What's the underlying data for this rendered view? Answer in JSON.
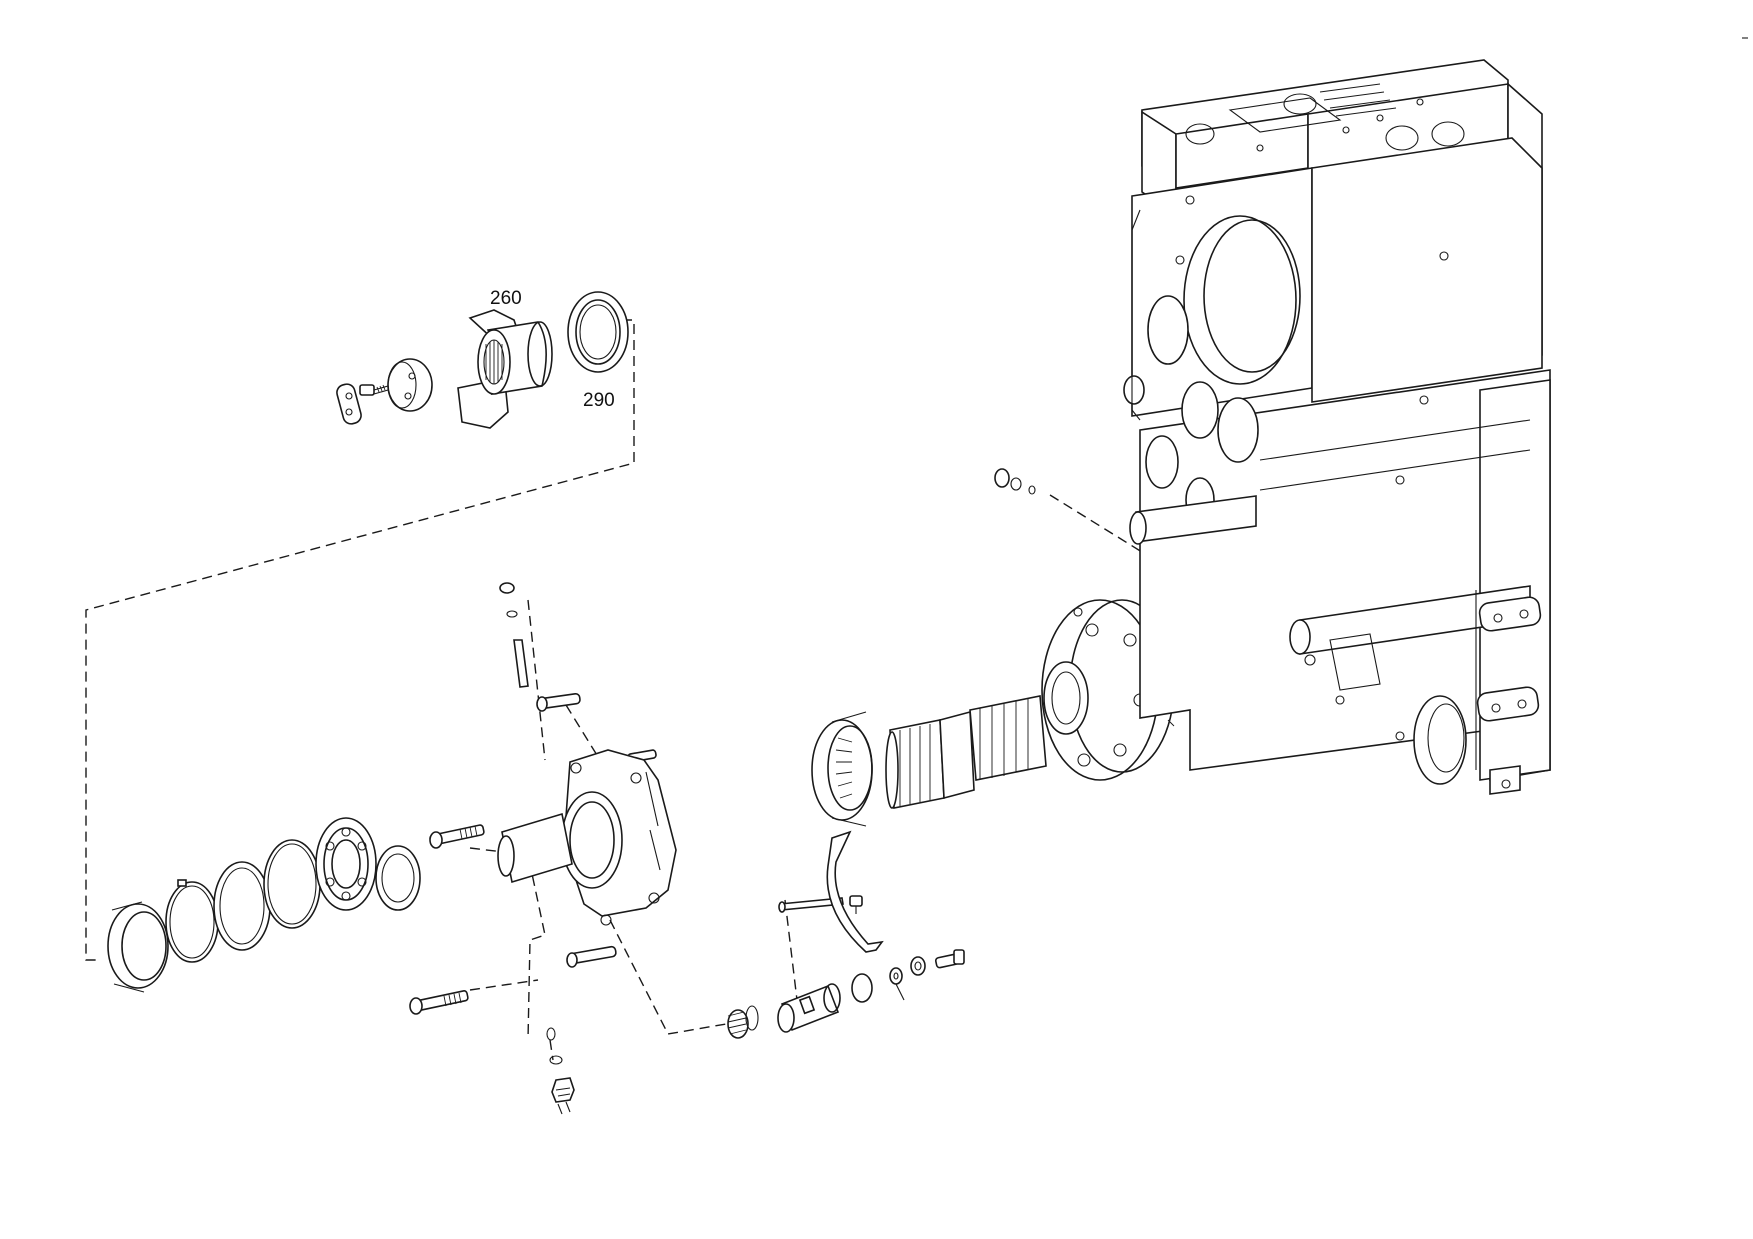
{
  "callouts": [
    {
      "id": "260",
      "label": "260"
    },
    {
      "id": "290",
      "label": "290"
    }
  ],
  "colors": {
    "line": "#1a1a1a",
    "background": "#ffffff"
  }
}
